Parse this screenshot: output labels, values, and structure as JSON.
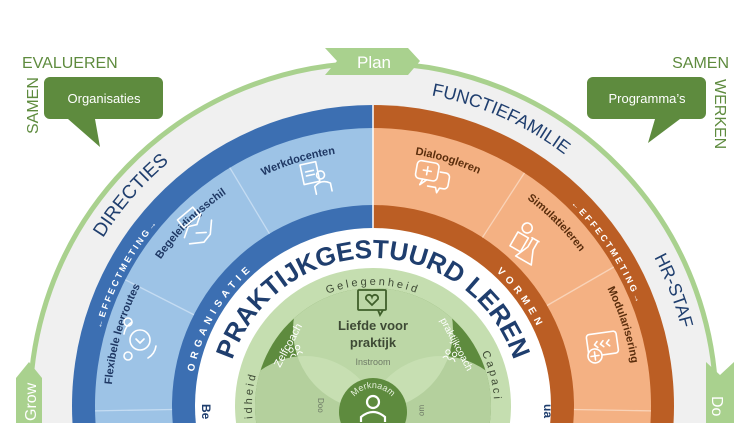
{
  "corners": {
    "left_top": "EVALUEREN",
    "left_side": "SAMEN",
    "right_top": "SAMEN",
    "right_side": "WERKEN"
  },
  "bubbles": {
    "left": "Organisaties",
    "right": "Programma’s"
  },
  "cycle": {
    "plan": "Plan",
    "grow": "Grow",
    "do": "Do"
  },
  "outer_labels": {
    "directies": "DIRECTIES",
    "functiefamilie": "FUNCTIEFAMILIE",
    "hr_staf": "HR-STAF"
  },
  "effectmeting": {
    "left": "← E F F E C T M E T I N G →",
    "right": "← E F F E C T M E T I N G →"
  },
  "segments": {
    "organisatie": [
      {
        "label": "Werkdocenten",
        "icon": "teacher-board-icon"
      },
      {
        "label": "Begeleidingsschil",
        "icon": "handshake-icon"
      },
      {
        "label": "Flexibele leerroutes",
        "icon": "cycle-heart-icon"
      }
    ],
    "vormen": [
      {
        "label": "Dialoogleren",
        "icon": "speech-bubbles-plus-icon"
      },
      {
        "label": "Simulatieleren",
        "icon": "flask-person-icon"
      },
      {
        "label": "Modularisering",
        "icon": "clipboard-plus-icon"
      }
    ]
  },
  "inner_bands": {
    "left": "ORGANISATIE",
    "right": "VORMEN"
  },
  "title": "PRAKTIJKGESTUURD LEREN",
  "partial_labels": {
    "left_bottom": "Be",
    "right_bottom": "ua"
  },
  "core": {
    "ring_top": "Gelegenheid",
    "ring_left": "idheid",
    "ring_right": "Capaci",
    "top_circle": {
      "line1": "Liefde voor",
      "line2": "praktijk",
      "sub": "Instroom"
    },
    "left_lens": "Zelfcoach",
    "right_lens": "praktijkcoach",
    "center": "Merknaam",
    "left_sub": "Doo",
    "right_sub": "om"
  },
  "colors": {
    "blue_dark": "#3c6fb2",
    "blue_light": "#9dc3e6",
    "orange_dark": "#bb5e24",
    "orange_light": "#f4b183",
    "green_dark": "#5e8b3e",
    "green_light": "#a9d18e",
    "navy": "#1f3e6e"
  }
}
